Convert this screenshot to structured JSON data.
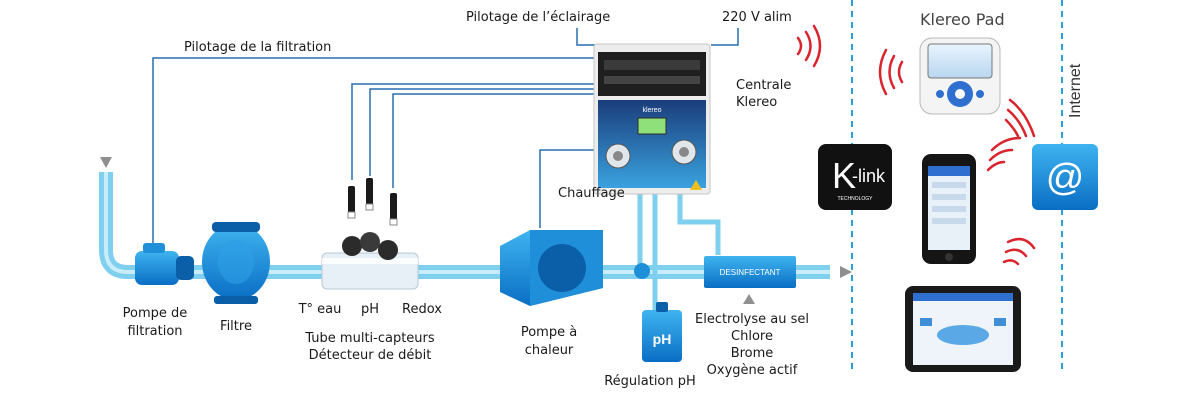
{
  "labels": {
    "pilotage_eclairage": "Pilotage de l’éclairage",
    "alim": "220 V alim",
    "pilotage_filtration": "Pilotage de la filtration",
    "centrale_line1": "Centrale",
    "centrale_line2": "Klereo",
    "chauffage": "Chauffage",
    "pompe_filtration_line1": "Pompe de",
    "pompe_filtration_line2": "filtration",
    "filtre": "Filtre",
    "t_eau": "T° eau",
    "ph": "pH",
    "redox": "Redox",
    "tube_line1": "Tube multi-capteurs",
    "tube_line2": "Détecteur de débit",
    "pompe_chaleur_line1": "Pompe à",
    "pompe_chaleur_line2": "chaleur",
    "regulation_ph": "Régulation pH",
    "desinfectant_box": "DESINFECTANT",
    "electrolyse": "Electrolyse au sel",
    "chlore": "Chlore",
    "brome": "Brome",
    "oxygene": "Oxygène actif",
    "klereo_pad": "Klereo Pad",
    "internet": "Internet",
    "klink_k": "K",
    "klink_link": "-link",
    "klink_tech": "TECHNOLOGY",
    "ph_can": "pH",
    "at_symbol": "@",
    "box_brand": "klereo"
  },
  "colors": {
    "pipe": "#7fd0ee",
    "wire": "#2a6fb0",
    "equipment": "#1e8fd8",
    "equipment_dark": "#0b5ea8",
    "dashed": "#2aa0d8",
    "signal": "#d9232d"
  }
}
